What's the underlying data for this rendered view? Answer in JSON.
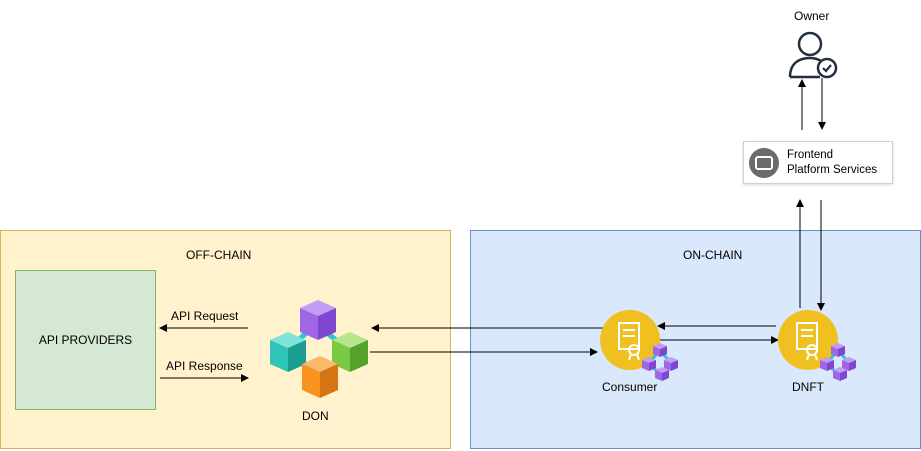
{
  "owner": {
    "label": "Owner",
    "icon": "user-check-icon"
  },
  "frontend": {
    "line1": "Frontend",
    "line2": "Platform Services",
    "icon": "monitor-icon"
  },
  "off_chain": {
    "title": "OFF-CHAIN"
  },
  "on_chain": {
    "title": "ON-CHAIN"
  },
  "api_providers": {
    "label": "API PROVIDERS"
  },
  "arrows": {
    "api_request": "API Request",
    "api_response": "API Response"
  },
  "don": {
    "label": "DON",
    "icon": "blockchain-cubes-icon"
  },
  "consumer": {
    "label": "Consumer",
    "icon": "contract-certificate-icon"
  },
  "dnft": {
    "label": "DNFT",
    "icon": "contract-certificate-icon"
  },
  "colors": {
    "off_chain_fill": "#fff2cc",
    "off_chain_border": "#d6b656",
    "on_chain_fill": "#dae8fc",
    "on_chain_border": "#6c8ebf",
    "api_fill": "#d5e8d4",
    "api_border": "#82b366",
    "contract_yellow": "#f0c020",
    "cube_purple": "#a066e8",
    "cube_teal": "#2ec4b6",
    "cube_green": "#7ac943",
    "cube_orange": "#f7931e"
  }
}
